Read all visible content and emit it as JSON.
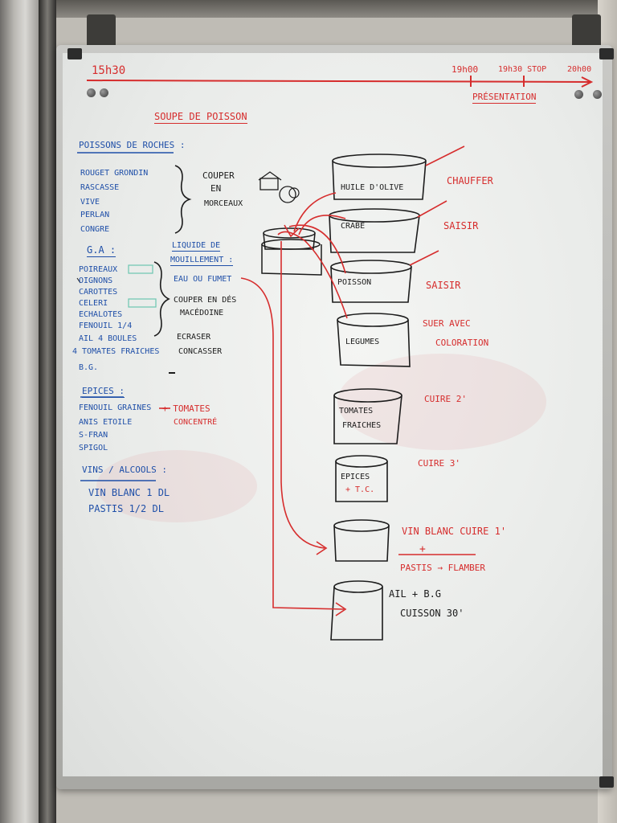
{
  "timeline": {
    "start": "15h30",
    "mark1": "19h00",
    "mark2": "19h30 STOP",
    "end": "20h00",
    "presentation": "PRÉSENTATION"
  },
  "title": "SOUPE DE POISSON",
  "poissons": {
    "heading": "POISSONS DE ROCHES :",
    "items": [
      "ROUGET GRONDIN",
      "RASCASSE",
      "VIVE",
      "PERLAN",
      "CONGRE"
    ],
    "note": [
      "COUPER",
      "EN",
      "MORCEAUX"
    ]
  },
  "ga": {
    "heading": "G.A :",
    "items": [
      "POIREAUX",
      "OIGNONS",
      "CAROTTES",
      "CELERI",
      "ECHALOTES",
      "FENOUIL 1/4",
      "AIL 4 BOULES",
      "4 TOMATES FRAICHES",
      "B.G."
    ],
    "liquide": [
      "LIQUIDE DE",
      "MOUILLEMENT :"
    ],
    "eau": "EAU OU FUMET",
    "couper": [
      "COUPER EN DÉS",
      "MACÉDOINE"
    ],
    "ecraser": "ECRASER",
    "concasser": "CONCASSER"
  },
  "epices": {
    "heading": "EPICES :",
    "items": [
      "FENOUIL GRAINES",
      "ANIS ETOILE",
      "S-FRAN",
      "SPIGOL"
    ],
    "tomates": [
      "+ TOMATES",
      "CONCENTRÉ"
    ]
  },
  "vins": {
    "heading": "VINS / ALCOOLS :",
    "items": [
      "VIN BLANC 1 DL",
      "PASTIS 1/2 DL"
    ]
  },
  "pots": [
    {
      "label": "HUILE D'OLIVE",
      "action": "CHAUFFER"
    },
    {
      "label": "CRABE",
      "action": "SAISIR"
    },
    {
      "label": "POISSON",
      "action": "SAISIR"
    },
    {
      "label": "LEGUMES",
      "action": "SUER AVEC",
      "action2": "COLORATION"
    },
    {
      "label": "TOMATES",
      "label2": "FRAICHES",
      "action": "CUIRE 2'"
    },
    {
      "label": "EPICES",
      "label2": "+ T.C.",
      "action": "CUIRE 3'"
    },
    {
      "label": "",
      "action": "VIN BLANC CUIRE 1'",
      "action2": "+",
      "action3": "PASTIS → FLAMBER"
    },
    {
      "label": "",
      "action": "AIL + B.G",
      "action2": "CUISSON 30'"
    }
  ]
}
